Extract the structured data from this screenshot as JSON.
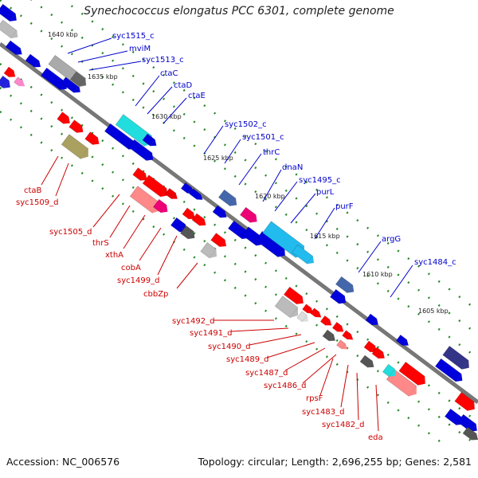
{
  "title": "Synechococcus elongatus PCC 6301, complete genome",
  "footer": {
    "accession": "Accession: NC_006576",
    "topology": "Topology: circular; Length: 2,696,255 bp; Genes: 2,581"
  },
  "ticks": [
    "1640 kbp",
    "1635 kbp",
    "1630 kbp",
    "1625 kbp",
    "1620 kbp",
    "1615 kbp",
    "1610 kbp",
    "1605 kbp"
  ],
  "genes_upper": [
    "syc1515_c",
    "mviM",
    "syc1513_c",
    "ctaC",
    "ctaD",
    "ctaE",
    "syc1502_c",
    "syc1501_c",
    "thrC",
    "dnaN",
    "syc1495_c",
    "purL",
    "purF",
    "argG",
    "syc1484_c"
  ],
  "genes_lower": [
    "ctaB",
    "syc1509_d",
    "syc1505_d",
    "thrS",
    "xthA",
    "cobA",
    "syc1499_d",
    "cbbZp",
    "syc1492_d",
    "syc1491_d",
    "syc1490_d",
    "syc1489_d",
    "syc1487_d",
    "syc1486_d",
    "rpsF",
    "syc1483_d",
    "syc1482_d",
    "eda"
  ],
  "colors": {
    "forward_label": "#0000cc",
    "reverse_label": "#cc0000",
    "backbone": "#888888",
    "track_dots": "#2a8a2a"
  }
}
